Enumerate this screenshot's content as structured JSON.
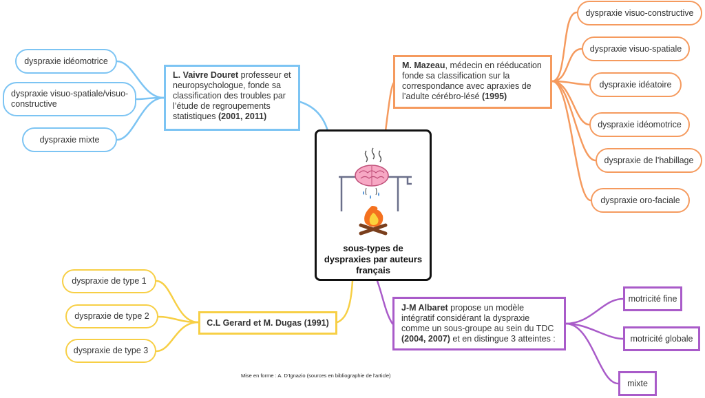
{
  "central": {
    "title": "sous-types de dyspraxies par auteurs français",
    "illustration": "brain-over-campfire-icon"
  },
  "vaivre": {
    "author": "L. Vaivre Douret",
    "text": " professeur et neuropsychologue, fonde sa classification des troubles par l’étude de regroupements statistiques ",
    "years": "(2001, 2011)",
    "subtypes": [
      "dyspraxie idéomotrice",
      "dyspraxie visuo-spatiale/visuo-constructive",
      "dyspraxie mixte"
    ]
  },
  "mazeau": {
    "author": "M. Mazeau",
    "text": ", médecin en rééducation fonde sa classification sur la correspondance avec apraxies de l’adulte cérébro-lésé ",
    "years": "(1995)",
    "subtypes": [
      "dyspraxie visuo-constructive",
      "dyspraxie visuo-spatiale",
      "dyspraxie idéatoire",
      "dyspraxie idéomotrice",
      "dyspraxie de l’habillage",
      "dyspraxie oro-faciale"
    ]
  },
  "gerard": {
    "label": "C.L Gerard et M. Dugas (1991)",
    "subtypes": [
      "dyspraxie de type 1",
      "dyspraxie de type 2",
      "dyspraxie de type 3"
    ]
  },
  "albaret": {
    "author": "J-M Albaret",
    "text": " propose un modèle intégratif considérant la dyspraxie comme un sous-groupe au sein du TDC ",
    "years": "(2004, 2007)",
    "text2": " et en distingue 3 atteintes :",
    "subtypes": [
      "motricité fine",
      "motricité globale",
      "mixte"
    ]
  },
  "footer": "Mise en forme : A. D'Ignazio   (sources en bibliographie de l'article)",
  "colors": {
    "blue": "#7cc4f3",
    "orange": "#f59a5e",
    "yellow": "#f7cf45",
    "purple": "#a95bc9",
    "central_border": "#111111"
  }
}
